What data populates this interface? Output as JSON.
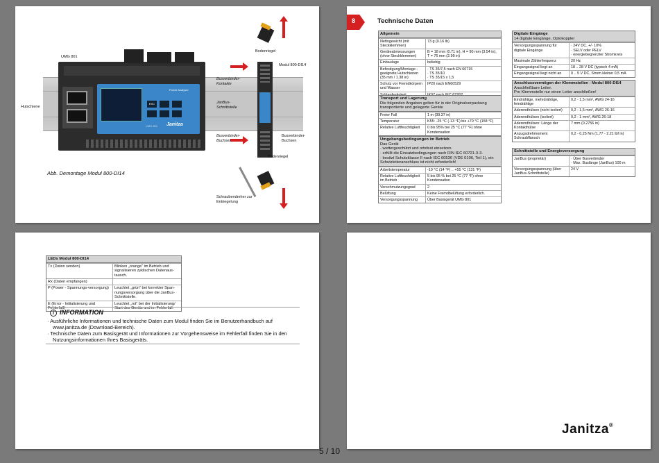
{
  "page1": {
    "labels": {
      "umg": "UMG 801",
      "hutschiene": "Hutschiene",
      "bodenriegel_top": "Bodenriegel",
      "modul": "Modul 800-DI14",
      "bus_kontakte": "Busverbinder-Kontakte",
      "janbus": "JanBus-Schnittstelle",
      "bus_buchsen_left": "Busverbinder-Buchsen",
      "bus_buchsen_right": "Busverbinder-Buchsen",
      "bodenriegel_bottom": "Bodenriegel",
      "schraubendreher": "Schraubendreher zur Entriegelung",
      "caption": "Abb. Demontage Modul 800-DI14",
      "device_brand": "Janitza",
      "device_model": "UMG 801",
      "device_screen": "Power Analyser",
      "button_esc": "ESC"
    }
  },
  "page2": {
    "badge": "8",
    "title": "Technische Daten",
    "allgemein": {
      "header": "Allgemein",
      "rows": [
        [
          "Nettogewicht (mit Steckklemmen)",
          "73 g (0.16 lb)"
        ],
        [
          "Geräteabmessungen (ohne Steckklemmen)",
          "B = 18 mm (0.71 in), H = 90 mm (3.54 in), T = 76 mm (2.99 in)"
        ],
        [
          "Einbaulage",
          "beliebig"
        ],
        [
          "Befestigung/Montage - geeignete Hutschienen (35 mm / 1.38 in)",
          "· TS 35/7,5 nach EN 60715\n· TS 35/10\n· TS 35/15 x 1,5"
        ],
        [
          "Schutz vor Fremdkörpern und Wasser",
          "IP20 nach EN60529"
        ],
        [
          "Schlagfestigkeit",
          "IK07 nach IEC 62262"
        ]
      ]
    },
    "transport": {
      "header": "Transport und Lagerung",
      "sub": "Die folgenden Angaben gelten für in der Originalverpackung transportierte und gelagerte Geräte",
      "rows": [
        [
          "Freier Fall",
          "1 m (39.37 in)"
        ],
        [
          "Temperatur",
          "K55: -25 °C (-13 °F) bis +70 °C (158 °F)"
        ],
        [
          "Relative Luftfeuchtigkeit",
          "0 bis 95% bei 25 °C (77 °F) ohne Kondensation"
        ]
      ]
    },
    "umgebung": {
      "header": "Umgebungsbedingungen im Betrieb",
      "sub": "Das Gerät\n· wettergeschützt und ortsfest einsetzen.\n· erfüllt die Einsatzbedingungen nach DIN IEC 60721-3-3.\n· besitzt Schutzklasse II nach IEC 60536 (VDE 0106, Teil 1), ein Schutzleiteranschluss ist nicht erforderlich!",
      "rows": [
        [
          "Arbeitstemperatur",
          "-10 °C (14 °F) .. +55 °C (131 °F)"
        ],
        [
          "Relative Luftfeuchtigkeit im Betrieb",
          "5 bis 95 % bei 25 °C (77 °F) ohne Kondensation"
        ],
        [
          "Verschmutzungsgrad",
          "2"
        ],
        [
          "Belüftung",
          "Keine Fremdbelüftung erforderlich."
        ],
        [
          "Versorgungsspannung",
          "Über Basisgerät UMG 801"
        ]
      ]
    },
    "digital": {
      "header": "Digitale Eingänge",
      "sub": "14 digitale Eingänge, Optokoppler",
      "rows": [
        [
          "Versorgungsspannung für digitale Eingänge",
          "· 24V DC, +/- 10%\n· SELV oder PELV\n· energiebegrenzter Stromkreis"
        ],
        [
          "Maximale Zählerfrequenz",
          "20 Hz"
        ],
        [
          "Eingangssignal liegt an",
          "18 .. 28 V DC (typisch 4 mA)"
        ],
        [
          "Eingangssignal liegt nicht an",
          "0 .. 5 V DC, Strom kleiner 0,5 mA"
        ]
      ]
    },
    "anschluss": {
      "header": "Anschlussvermögen der Klemmstellen - Modul 800-DI14",
      "sub": "Anschließbare Leiter.\nPro Klemmstelle nur einen Leiter anschließen!",
      "rows": [
        [
          "Eindrähtige, mehrdrähtige, feindrähtige",
          "0,2 - 1,5 mm², AWG 24-16"
        ],
        [
          "Aderendhülsen (nicht isoliert)",
          "0,2 - 1,5 mm², AWG 26-16"
        ],
        [
          "Aderendhülsen (isoliert)",
          "0,2 - 1 mm², AWG 26-18"
        ],
        [
          "Aderendhülsen: Länge der Kontakthülse",
          "7 mm (0.2756 in)"
        ],
        [
          "Anzugsdrehmoment Schraubflansch",
          "0,2 - 0,25 Nm (1.77 - 2.21 lbf in)"
        ]
      ]
    },
    "schnittstelle": {
      "header": "Schnittstelle und Energieversorgung",
      "rows": [
        [
          "JanBus (proprietär)",
          "· Über Busverbinder\n· Max. Buslänge (JanBus) 100 m"
        ],
        [
          "Versorgungsspannung (über JanBus-Schnittstelle)",
          "24 V"
        ]
      ]
    }
  },
  "page3": {
    "leds": {
      "header": "LEDs Modul 800-DI14",
      "rows": [
        [
          "Tx (Daten senden)",
          "Blinken „orange“ im Betrieb und signalisieren zyklischen Datenaus-tausch."
        ],
        [
          "Rx (Daten empfangen)",
          ""
        ],
        [
          "P (Power - Spannungs-versorgung)",
          "Leuchtet „grün“ bei korrekter Span-nungsversorgung über die JanBus-Schnittstelle."
        ],
        [
          "E (Error - Initialisierung und Fehlerfall)",
          "Leuchtet „rot“ bei der Initialisierung/ Start des Geräts und im Fehlerfall."
        ]
      ]
    },
    "info": {
      "title": "INFORMATION",
      "items": [
        "Ausführliche Informationen und technische Daten zum Modul finden Sie im Benutzerhandbuch auf www.janitza.de (Download-Bereich).",
        "Technische Daten zum Basisgerät und Informationen zur Vorgehensweise im Fehlerfall finden Sie in den Nutzungsinformationen Ihres Basisgeräts."
      ]
    }
  },
  "page4": {
    "logo": "Janitza",
    "reg": "®"
  },
  "pager": {
    "current": "5",
    "sep": "/",
    "total": "10"
  },
  "colors": {
    "accent_red": "#d42020",
    "table_header": "#d4d4d4",
    "device_blue": "#3a86c8",
    "device_body": "#2a2a2a"
  }
}
